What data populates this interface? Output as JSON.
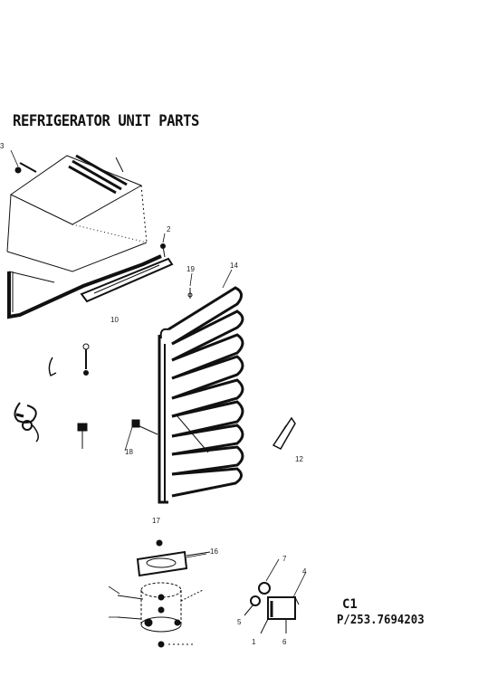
{
  "title": "REFRIGERATOR UNIT PARTS",
  "diagram_code": "C1",
  "part_number": "P/253.7694203",
  "callouts": {
    "c3": "3",
    "c2": "2",
    "c19": "19",
    "c14": "14",
    "c10": "10",
    "c18": "18",
    "c12": "12",
    "c17": "17",
    "c16": "16",
    "c7": "7",
    "c4": "4",
    "c5": "5",
    "c6": "6",
    "c1": "1"
  }
}
